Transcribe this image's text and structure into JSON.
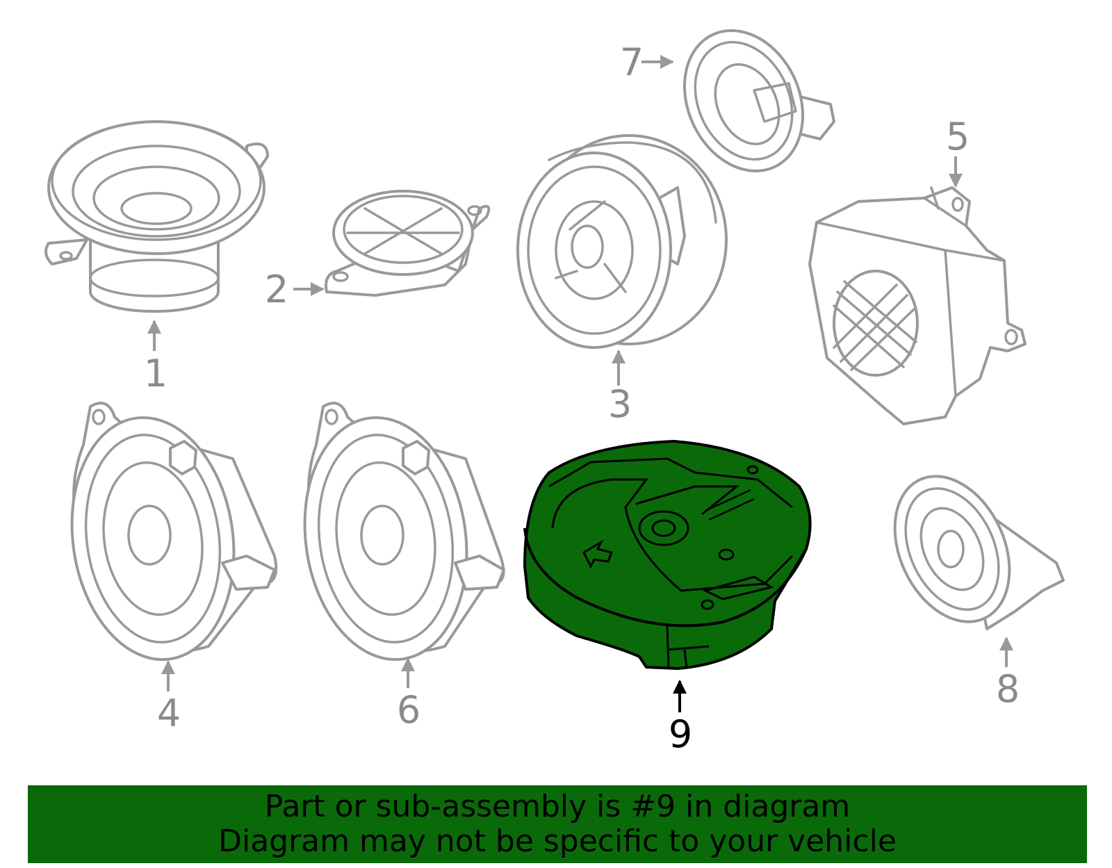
{
  "callouts": {
    "c1": "1",
    "c2": "2",
    "c3": "3",
    "c4": "4",
    "c5": "5",
    "c6": "6",
    "c7": "7",
    "c8": "8",
    "c9": "9"
  },
  "highlighted_part": "9",
  "colors": {
    "highlight": "#0a6a0a",
    "line": "#999999",
    "banner": "#0a6a0a"
  },
  "banner": {
    "line1": "Part or sub-assembly is #9 in diagram",
    "line2": "Diagram may not be specific to your vehicle"
  }
}
